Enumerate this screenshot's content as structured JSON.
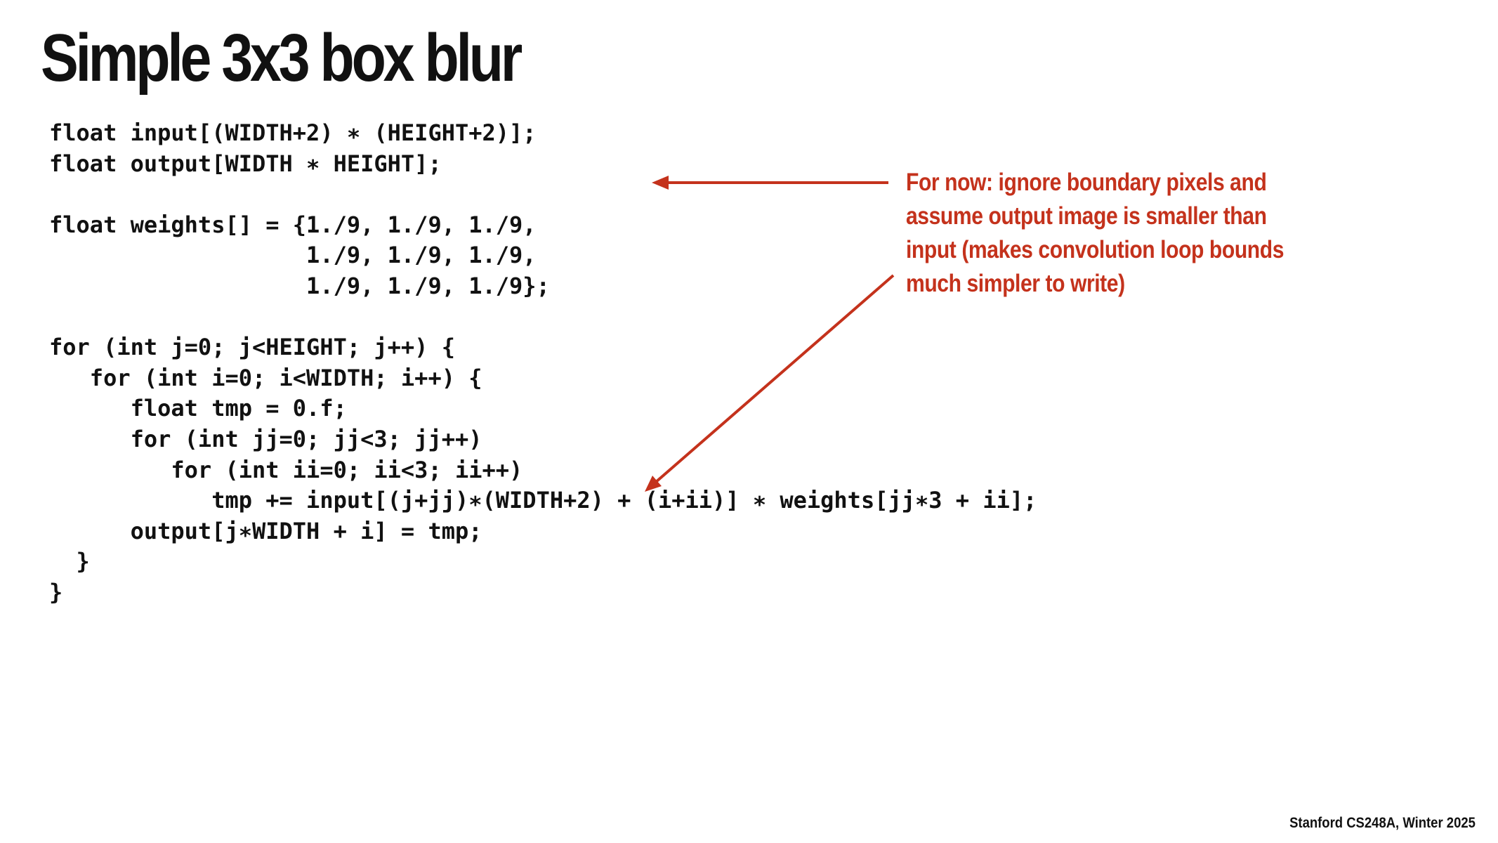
{
  "slide": {
    "title": "Simple 3x3 box blur",
    "footer": "Stanford CS248A, Winter 2025"
  },
  "code": {
    "lines": [
      "float input[(WIDTH+2) ∗ (HEIGHT+2)];",
      "float output[WIDTH ∗ HEIGHT];",
      "",
      "float weights[] = {1./9, 1./9, 1./9,",
      "                   1./9, 1./9, 1./9,",
      "                   1./9, 1./9, 1./9};",
      "",
      "for (int j=0; j<HEIGHT; j++) {",
      "   for (int i=0; i<WIDTH; i++) {",
      "      float tmp = 0.f;",
      "      for (int jj=0; jj<3; jj++)",
      "         for (int ii=0; ii<3; ii++)",
      "            tmp += input[(j+jj)∗(WIDTH+2) + (i+ii)] ∗ weights[jj∗3 + ii];",
      "      output[j∗WIDTH + i] = tmp;",
      "  }",
      "}"
    ]
  },
  "annotation": {
    "lines": [
      "For now: ignore boundary pixels and",
      "assume output image is smaller than",
      "input (makes convolution loop bounds",
      "much simpler to write)"
    ],
    "color": "#c4321c"
  }
}
